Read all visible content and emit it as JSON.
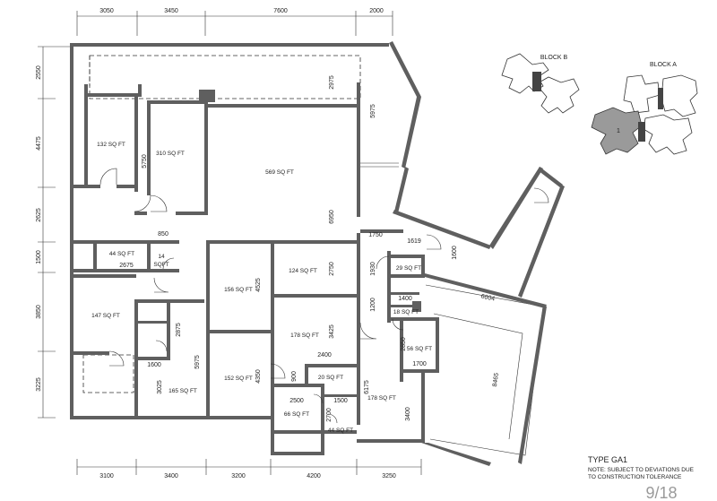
{
  "dimensions": {
    "top": [
      "3050",
      "3450",
      "7600",
      "2000"
    ],
    "bottom": [
      "3100",
      "3400",
      "3200",
      "4200",
      "3250"
    ],
    "left": [
      "2550",
      "4475",
      "2625",
      "1500",
      "3850",
      "3225"
    ],
    "interior": [
      "2975",
      "5975",
      "5750",
      "6950",
      "850",
      "2675",
      "1750",
      "1619",
      "1600",
      "2750",
      "4525",
      "1930",
      "6004",
      "1400",
      "1200",
      "2875",
      "3425",
      "5975",
      "1600",
      "2400",
      "3025",
      "4350",
      "900",
      "2500",
      "1500",
      "2700",
      "6175",
      "3400",
      "2850",
      "1700",
      "8465"
    ]
  },
  "rooms": [
    {
      "area": "132 SQ FT"
    },
    {
      "area": "310 SQ FT"
    },
    {
      "area": "569 SQ FT"
    },
    {
      "area": "44 SQ FT"
    },
    {
      "area": "14",
      "unit": "SQFT"
    },
    {
      "area": "124 SQ FT"
    },
    {
      "area": "29 SQ FT"
    },
    {
      "area": "18 SQ FT"
    },
    {
      "area": "147 SQ FT"
    },
    {
      "area": "156 SQ FT"
    },
    {
      "area": "178 SQ FT"
    },
    {
      "area": "56 SQ FT"
    },
    {
      "area": "20 SQ FT"
    },
    {
      "area": "165 SQ FT"
    },
    {
      "area": "152 SQ FT"
    },
    {
      "area": "178 SQ FT"
    },
    {
      "area": "66 SQ FT"
    },
    {
      "area": "44 SQ FT"
    }
  ],
  "key_plans": {
    "block_b": "BLOCK B",
    "block_a": "BLOCK A",
    "unit_marker": "1"
  },
  "type_label": "TYPE GA1",
  "note_line1": "NOTE: SUBJECT TO DEVIATIONS DUE",
  "note_line2": "TO CONSTRUCTION TOLERANCE",
  "page": "9/18"
}
